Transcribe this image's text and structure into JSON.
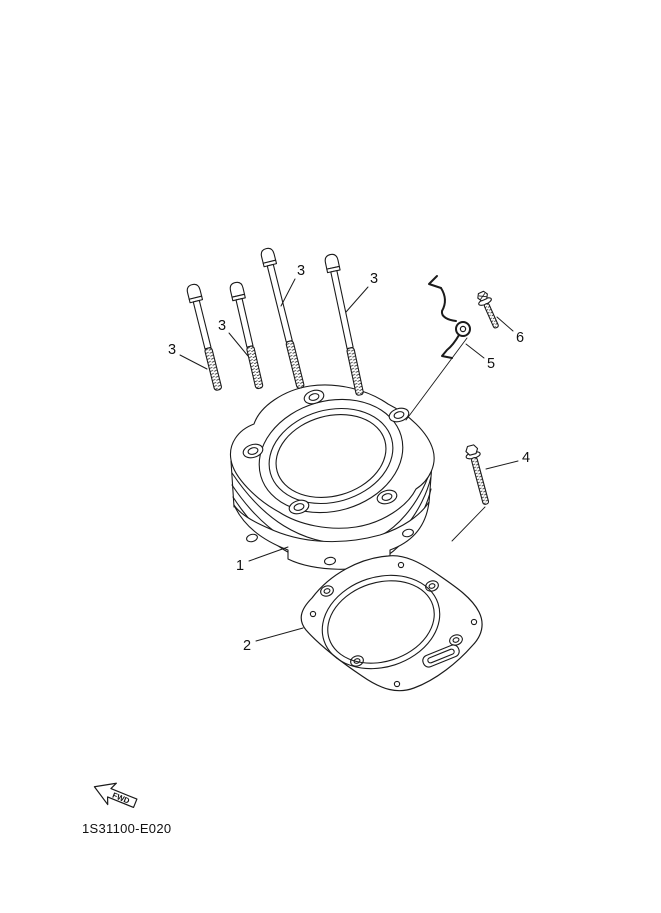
{
  "diagram": {
    "code": "1S31100-E020",
    "fwd_label": "FWD",
    "line_color": "#1b1b1b",
    "background": "#ffffff"
  },
  "callouts": [
    {
      "label": "3"
    },
    {
      "label": "3"
    },
    {
      "label": "3"
    },
    {
      "label": "3"
    },
    {
      "label": "6"
    },
    {
      "label": "5"
    },
    {
      "label": "4"
    },
    {
      "label": "1"
    },
    {
      "label": "2"
    }
  ]
}
